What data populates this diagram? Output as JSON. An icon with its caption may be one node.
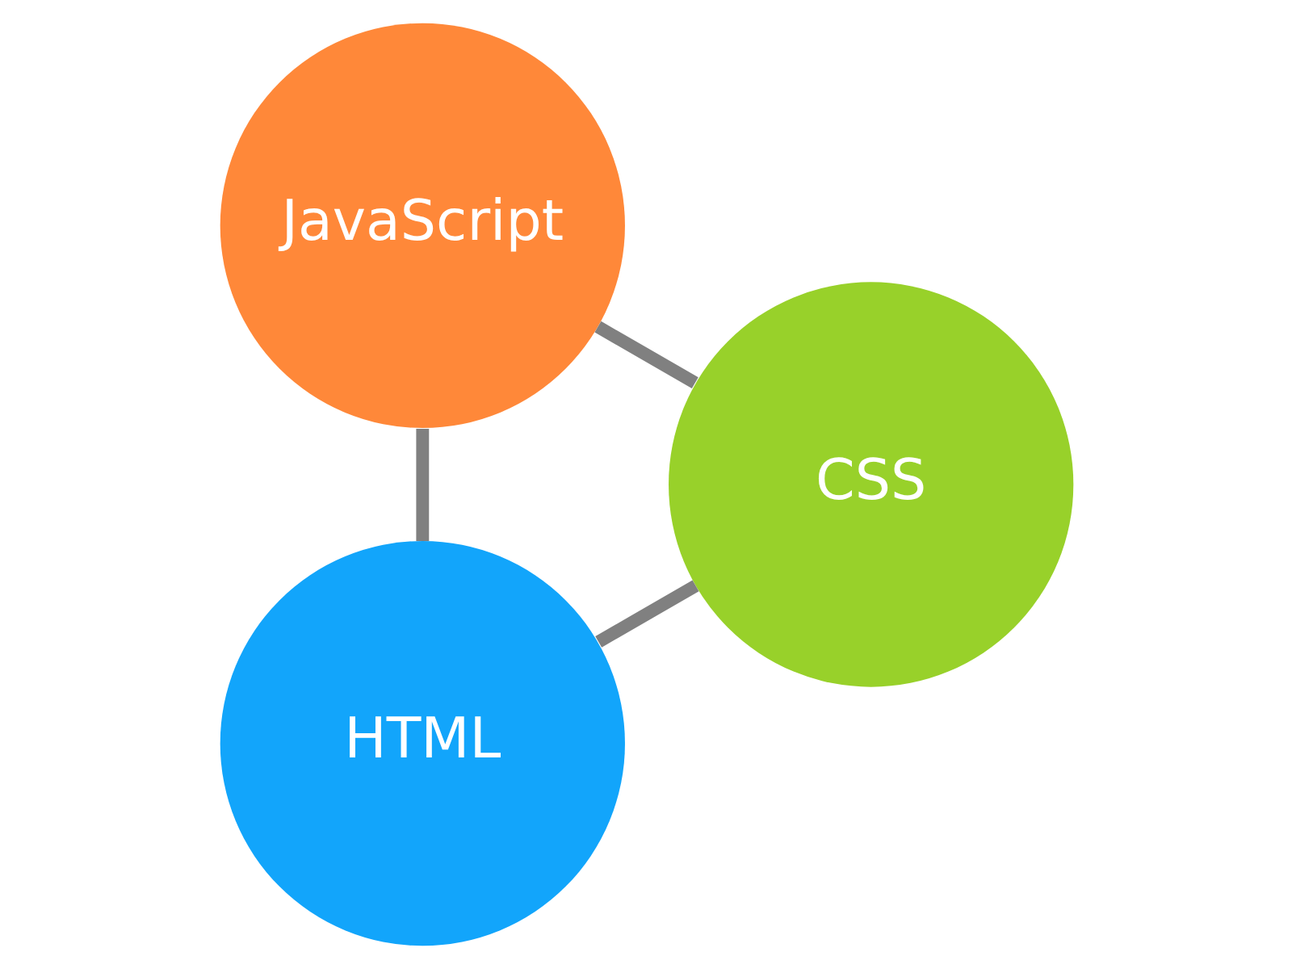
{
  "diagram": {
    "nodes": [
      {
        "text": [
          "HTML"
        ]
      },
      {
        "text": [
          "CSS"
        ]
      },
      {
        "text": [
          "JavaScript"
        ]
      }
    ],
    "edges": [
      {
        "from": 0,
        "to": 2,
        "arrow": "none"
      },
      {
        "from": 2,
        "to": 1,
        "arrow": "none"
      },
      {
        "from": 1,
        "to": 0,
        "arrow": "none"
      }
    ]
  }
}
